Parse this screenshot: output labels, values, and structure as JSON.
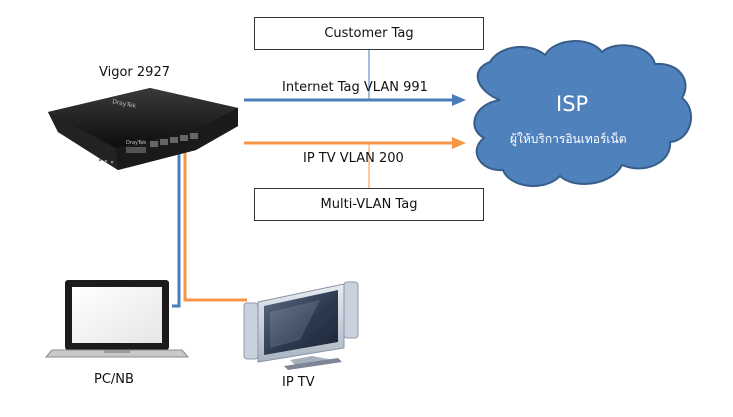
{
  "router": {
    "label": "Vigor 2927",
    "brand": "DrayTek"
  },
  "tags": {
    "customer": "Customer Tag",
    "multi_vlan": "Multi-VLAN Tag"
  },
  "links": {
    "internet": {
      "label": "Internet Tag VLAN 991",
      "color": "#4a7ebb"
    },
    "iptv": {
      "label": "IP TV VLAN 200",
      "color": "#f79646"
    }
  },
  "cloud": {
    "title": "ISP",
    "subtitle": "ผู้ให้บริการอินเทอร์เน็ต",
    "fill": "#4f81bd",
    "stroke": "#385d8a"
  },
  "devices": {
    "laptop": {
      "label": "PC/NB",
      "icon": "laptop-icon"
    },
    "tv": {
      "label": "IP TV",
      "icon": "tv-icon"
    }
  }
}
